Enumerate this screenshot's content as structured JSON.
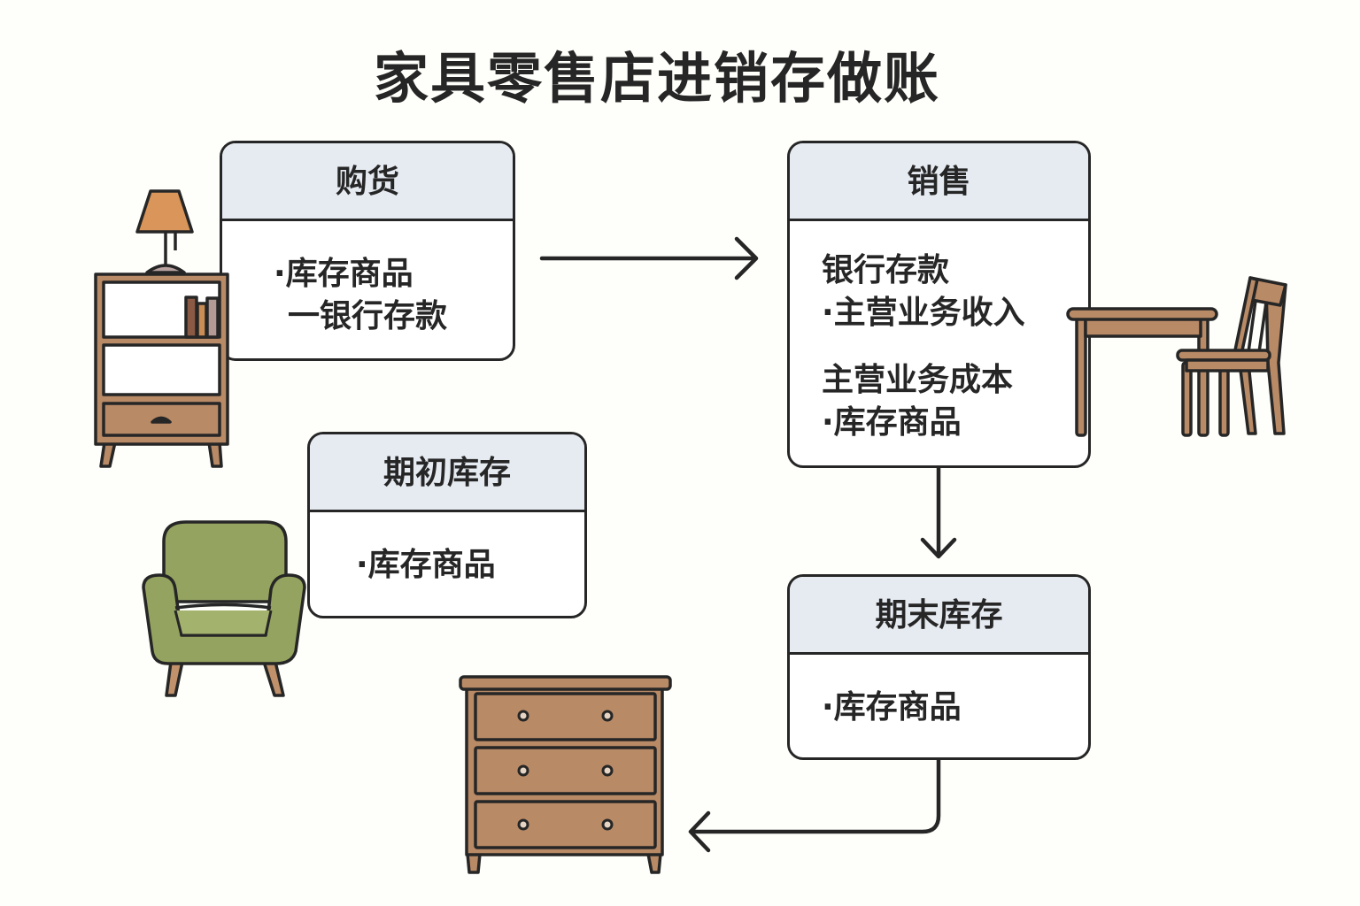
{
  "title": "家具零售店进销存做账",
  "boxes": {
    "purchase": {
      "header": "购货",
      "lines": [
        "·库存商品",
        "一银行存款"
      ]
    },
    "sales": {
      "header": "销售",
      "lines": [
        "银行存款",
        "·主营业务收入",
        "主营业务成本",
        "·库存商品"
      ]
    },
    "opening_inventory": {
      "header": "期初库存",
      "lines": [
        "·库存商品"
      ]
    },
    "closing_inventory": {
      "header": "期末库存",
      "lines": [
        "·库存商品"
      ]
    }
  },
  "colors": {
    "background": "#fefefa",
    "header_fill": "#e6ebf2",
    "outline": "#262626",
    "wood": "#b98a66",
    "wood_dark": "#8a5a44",
    "lamp_shade": "#d9955a",
    "armchair": "#94a35f"
  },
  "icons": [
    "bookshelf-icon",
    "lamp-icon",
    "dining-table-icon",
    "chair-icon",
    "armchair-icon",
    "dresser-icon"
  ]
}
